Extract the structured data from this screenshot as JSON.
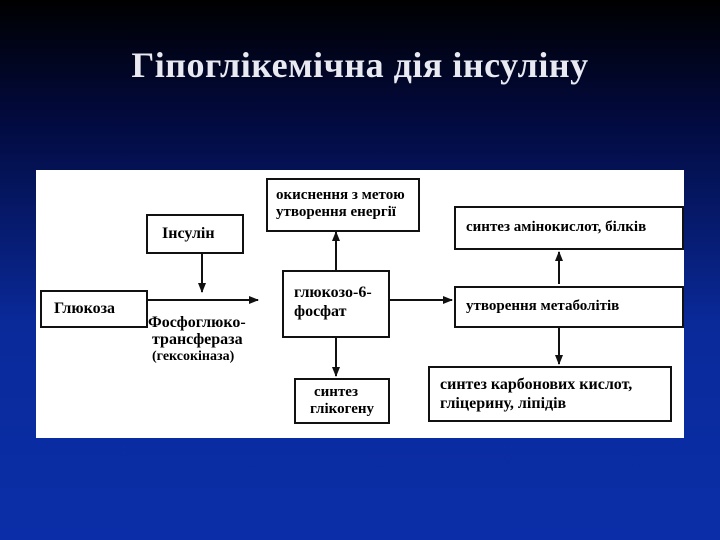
{
  "slide": {
    "title": "Гіпоглікемічна дія інсуліну"
  },
  "diagram": {
    "nodes": {
      "glucose": "Глюкоза",
      "insulin": "Інсулін",
      "enzyme_line1": "Фосфоглюко-",
      "enzyme_line2": "трансфераза",
      "enzyme_line3": "(гексокіназа)",
      "g6p_line1": "глюкозо-6-",
      "g6p_line2": "фосфат",
      "oxidation_line1": "окиснення з метою",
      "oxidation_line2": "утворення енергії",
      "glycogen_line1": "синтез",
      "glycogen_line2": "глікогену",
      "metabolites": "утворення метаболітів",
      "amino_acids": "синтез амінокислот, білків",
      "carboxylic_line1": "синтез карбонових кислот,",
      "carboxylic_line2": "гліцерину, ліпідів"
    },
    "colors": {
      "stroke": "#111111",
      "panel": "#ffffff",
      "title": "#e9e9f2"
    }
  }
}
